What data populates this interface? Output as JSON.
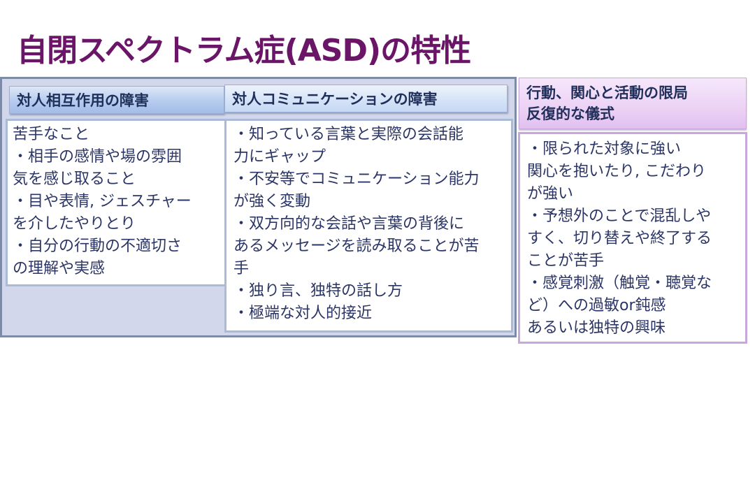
{
  "slide": {
    "title": "自閉スペクトラム症(ASD)の特性"
  },
  "columns": [
    {
      "header": "対人相互作用の障害",
      "lines": [
        "苦手なこと",
        "・相手の感情や場の雰囲",
        "気を感じ取ること",
        "・目や表情, ジェスチャー",
        "を介したやりとり",
        "・自分の行動の不適切さ",
        "の理解や実感"
      ]
    },
    {
      "header": "対人コミュニケーションの障害",
      "lines": [
        "・知っている言葉と実際の会話能",
        "力にギャップ",
        "・不安等でコミュニケーション能力",
        "が強く変動",
        "・双方向的な会話や言葉の背後に",
        "あるメッセージを読み取ることが苦",
        "手",
        "・独り言、独特の話し方",
        "・極端な対人的接近"
      ]
    },
    {
      "header_lines": [
        "行動、関心と活動の限局",
        "反復的な儀式"
      ],
      "lines": [
        "・限られた対象に強い",
        "関心を抱いたり, こだわり",
        "が強い",
        "・予想外のことで混乱しや",
        "すく、切り替えや終了する",
        "ことが苦手",
        "・感覚刺激（触覚・聴覚な",
        "ど）への過敏or鈍感",
        "あるいは独特の興味"
      ]
    }
  ],
  "colors": {
    "title": "#6b1569",
    "body_text": "#2b3566",
    "panel_bg": "#d3d7ec",
    "panel_border": "#7d8ba6",
    "side_border": "#c8a7df"
  }
}
